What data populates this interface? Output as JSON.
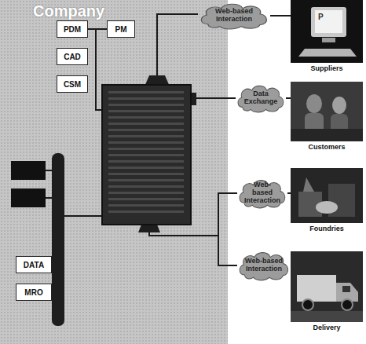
{
  "diagram": {
    "nodes": [
      {
        "text": [
          "Company"
        ]
      },
      {
        "text": [
          "PDM"
        ],
        "in": 0
      },
      {
        "text": [
          "PM"
        ],
        "in": 0
      },
      {
        "text": [
          "CAD"
        ],
        "in": 0
      },
      {
        "text": [
          "CSM"
        ],
        "in": 0
      },
      {
        "text": [
          "DATA"
        ],
        "in": 0
      },
      {
        "text": [
          "MRO"
        ],
        "in": 0
      },
      {
        "text": [
          "Web-based Interaction"
        ]
      },
      {
        "text": [
          "Suppliers"
        ]
      },
      {
        "text": [
          "Data Exchange"
        ]
      },
      {
        "text": [
          "Customers"
        ]
      },
      {
        "text": [
          "Web-based Interaction"
        ]
      },
      {
        "text": [
          "Foundries"
        ]
      },
      {
        "text": [
          "Web-based Interaction"
        ]
      },
      {
        "text": [
          "Delivery"
        ]
      }
    ],
    "edges": [
      {
        "from": 1,
        "to": 2,
        "arrow": "none"
      },
      {
        "from": 7,
        "to": 8,
        "arrow": "none"
      },
      {
        "from": 9,
        "to": 10,
        "arrow": "none"
      },
      {
        "from": 11,
        "to": 12,
        "arrow": "none"
      },
      {
        "from": 13,
        "to": 14,
        "arrow": "none"
      }
    ],
    "labels": [
      "P"
    ]
  }
}
